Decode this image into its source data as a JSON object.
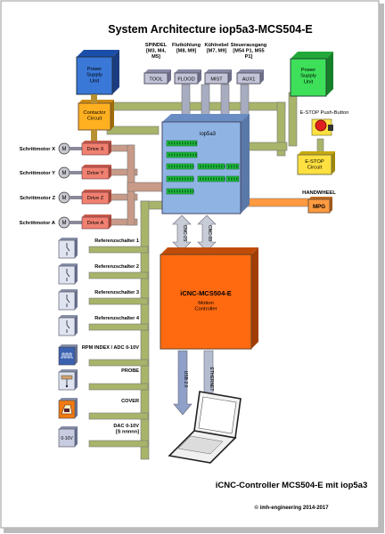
{
  "title": "System Architecture iop5a3-MCS504-E",
  "footer_title": "iCNC-Controller MCS504-E mit iop5a3",
  "copyright": "© imh-engineering 2014-2017",
  "colors": {
    "power_supply": "#3a78d8",
    "power_supply_right": "#3ee05a",
    "contactor": "#ffb020",
    "controller": "#ff6a10",
    "iop_board": "#8fb4e4",
    "drive": "#f08070",
    "bus_olive": "#a8b46a",
    "bus_brown": "#c89a88",
    "bus_gray": "#a8acc0",
    "estop_circuit": "#ffe040",
    "mpg": "#ff9a40",
    "terminal_green": "#20c040",
    "module_gray": "#c4c4d8"
  },
  "power_supply_left": {
    "label": "Power Supply Unit"
  },
  "power_supply_right": {
    "label": "Power Supply Unit"
  },
  "contactor": {
    "label": "Contactor Circuit"
  },
  "outputs": [
    {
      "header": "SPINDEL\n[M3, M4,\nM5]",
      "box": "TOOL"
    },
    {
      "header": "Flutkühlung\n[M8, M9]",
      "box": "FLOOD"
    },
    {
      "header": "Kühlnebel\n[M7, M9]",
      "box": "MIST"
    },
    {
      "header": "Steuerausgang\n[M54 P1, M55\nP1]",
      "box": "AUX1"
    }
  ],
  "estop_button": {
    "label": "E-STOP Push-Button"
  },
  "estop_circuit": {
    "label": "E-STOP Circuit"
  },
  "iop": {
    "label": "iop5a3"
  },
  "handwheel": {
    "label": "HANDWHEEL",
    "box": "MPG"
  },
  "motors": [
    {
      "label": "Schrittmotor X",
      "icon": "M",
      "drive": "Drive X"
    },
    {
      "label": "Schrittmotor Y",
      "icon": "M",
      "drive": "Drive Y"
    },
    {
      "label": "Schrittmotor Z",
      "icon": "M",
      "drive": "Drive Z"
    },
    {
      "label": "Schrittmotor A",
      "icon": "M",
      "drive": "Drive A"
    }
  ],
  "cnc_ports": [
    "CNC-2S",
    "CNC-09"
  ],
  "controller": {
    "title": "iCNC-MCS504-E",
    "sub": "Motion\nController"
  },
  "io_devices": [
    {
      "label": "Referenzschalter 1",
      "icon": "switch-icon"
    },
    {
      "label": "Referenzschalter 2",
      "icon": "switch-icon"
    },
    {
      "label": "Referenzschalter 3",
      "icon": "switch-icon"
    },
    {
      "label": "Referenzschalter 4",
      "icon": "switch-icon"
    },
    {
      "label": "RPM INDEX / ADC 0-10V",
      "icon": "signal-icon"
    },
    {
      "label": "PROBE",
      "icon": "probe-icon"
    },
    {
      "label": "COVER",
      "icon": "cover-icon"
    },
    {
      "label": "DAC 0-10V\n[S nnnnn]",
      "icon_text": "0-10V"
    }
  ],
  "controller_ports": [
    "USB 2.0",
    "ETHERNET"
  ]
}
